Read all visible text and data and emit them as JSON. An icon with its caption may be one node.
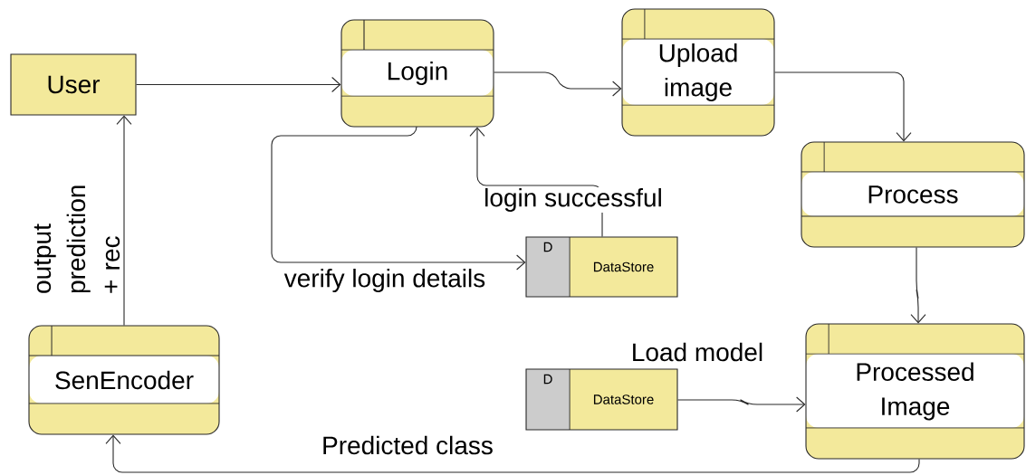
{
  "diagram": {
    "nodes": [
      {
        "text": [
          "User"
        ]
      },
      {
        "text": [
          "Login"
        ]
      },
      {
        "text": [
          "Upload image"
        ]
      },
      {
        "text": [
          "Process"
        ]
      },
      {
        "text": [
          "D",
          "DataStore"
        ]
      },
      {
        "text": [
          "SenEncoder"
        ]
      },
      {
        "text": [
          "D",
          "DataStore"
        ]
      },
      {
        "text": [
          "Processed Image"
        ]
      }
    ],
    "edges": [
      {
        "from": 0,
        "to": 1,
        "arrow": "to"
      },
      {
        "from": 1,
        "to": 2,
        "arrow": "to"
      },
      {
        "from": 2,
        "to": 3,
        "arrow": "to"
      },
      {
        "from": 1,
        "to": 4,
        "arrow": "to",
        "label": "verify login details"
      },
      {
        "from": 4,
        "to": 1,
        "arrow": "to",
        "label": "login successful"
      },
      {
        "from": 3,
        "to": 7,
        "arrow": "to"
      },
      {
        "from": 6,
        "to": 7,
        "arrow": "to",
        "label": "Load model"
      },
      {
        "from": 7,
        "to": 5,
        "arrow": "to",
        "label": "Predicted class"
      },
      {
        "from": 5,
        "to": 0,
        "arrow": "to",
        "label": "output prediction + rec"
      }
    ]
  }
}
